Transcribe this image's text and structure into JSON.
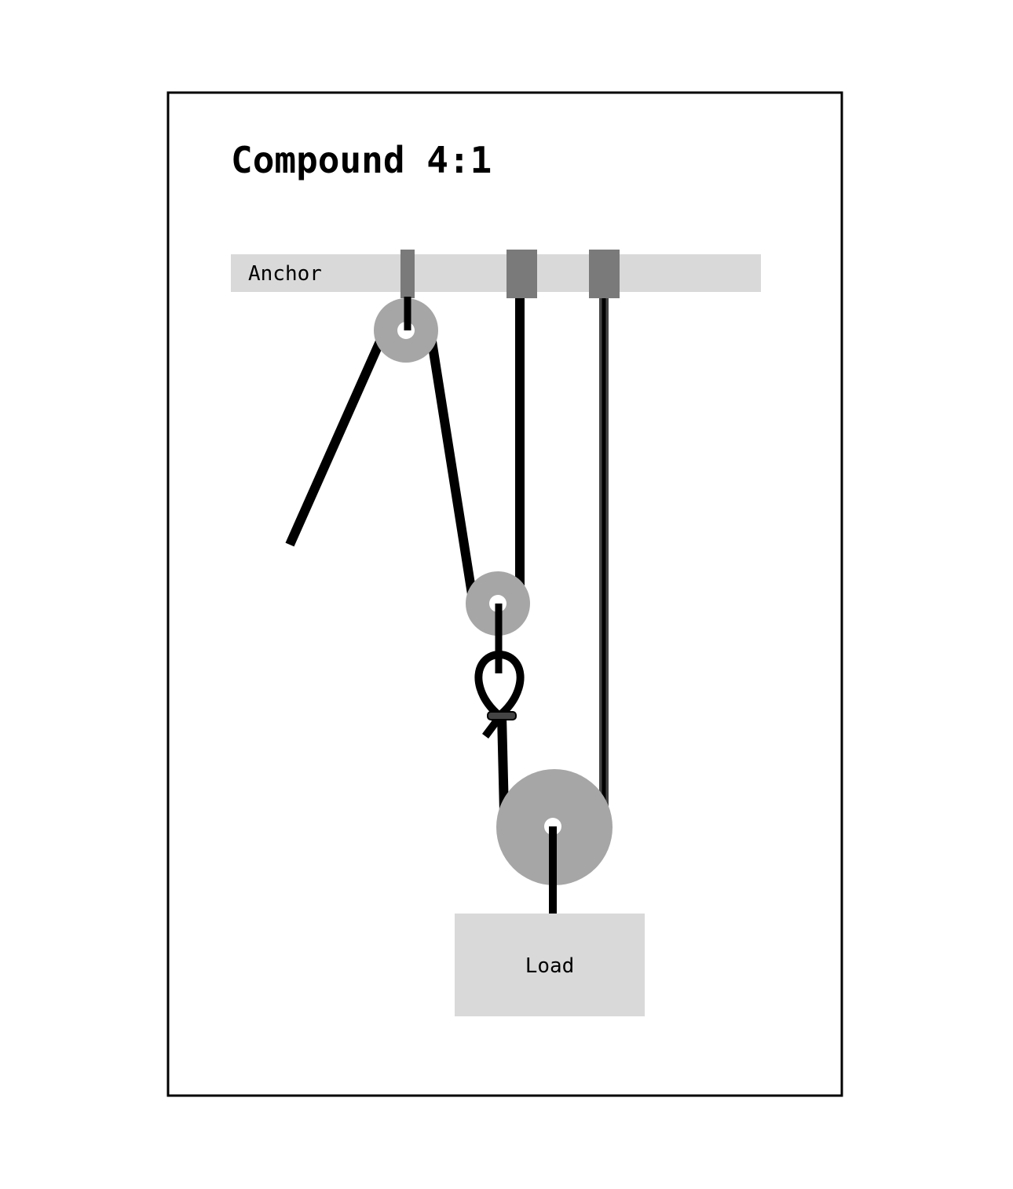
{
  "diagram": {
    "title": "Compound 4:1",
    "anchor_label": "Anchor",
    "load_label": "Load"
  },
  "colors": {
    "frame": "#000000",
    "background": "#ffffff",
    "anchor_bar": "#d9d9d9",
    "anchor_block": "#7a7a7a",
    "pulley": "#a6a6a6",
    "axle_hole": "#ffffff",
    "rope": "#000000",
    "load_box": "#d9d9d9",
    "text": "#000000"
  }
}
